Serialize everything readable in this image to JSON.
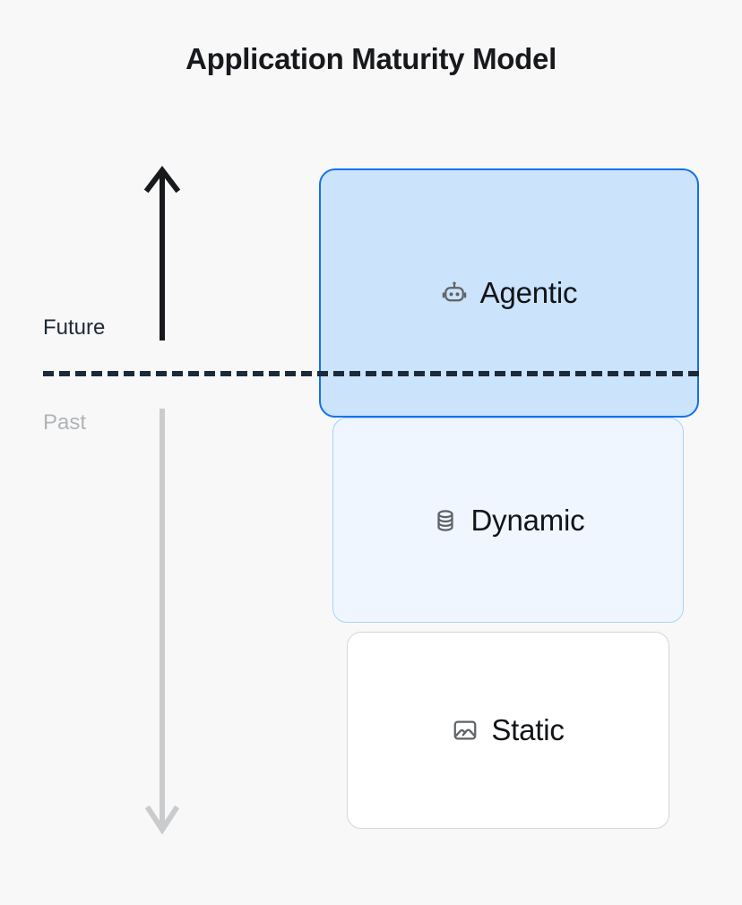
{
  "page": {
    "title": "Application Maturity Model",
    "background_color": "#f8f8f8"
  },
  "timeline": {
    "future_label": "Future",
    "past_label": "Past",
    "up_arrow_icon": "arrow-up-icon",
    "down_arrow_icon": "arrow-down-icon",
    "up_arrow_color": "#17191c",
    "down_arrow_color": "#c9cbcd",
    "divider_color": "#1c2a3a",
    "divider_style": "dashed"
  },
  "chart_data": {
    "type": "diagram",
    "title": "Application Maturity Model",
    "layers": [
      {
        "name": "Agentic",
        "icon": "robot-icon",
        "era": "Future",
        "fill": "#cbe3fb",
        "border": "#1271ed",
        "emphasis": "highlighted"
      },
      {
        "name": "Dynamic",
        "icon": "database-icon",
        "era": "Past",
        "fill": "#eff6ff",
        "border": "#a9d3fa",
        "emphasis": "normal"
      },
      {
        "name": "Static",
        "icon": "image-icon",
        "era": "Past",
        "fill": "#ffffff",
        "border": "#d4d6d9",
        "emphasis": "normal"
      }
    ],
    "axis_labels": [
      "Future",
      "Past"
    ],
    "annotations": [
      "Future",
      "Past"
    ]
  },
  "layers": {
    "agentic": {
      "label": "Agentic",
      "icon": "robot-icon"
    },
    "dynamic": {
      "label": "Dynamic",
      "icon": "database-icon"
    },
    "static": {
      "label": "Static",
      "icon": "image-icon"
    }
  }
}
